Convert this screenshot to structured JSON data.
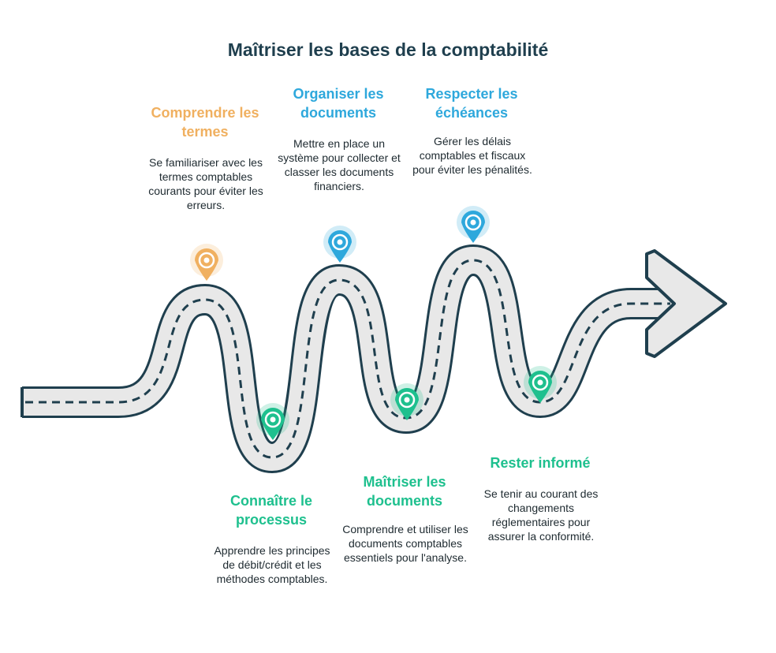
{
  "title": "Maîtriser les bases de la comptabilité",
  "colors": {
    "orange": "#f0b060",
    "blue": "#2ea8dc",
    "green": "#1ec08e",
    "road_outline": "#1f3f4e",
    "road_fill": "#e8e8e8",
    "title": "#1f3f4e"
  },
  "steps": [
    {
      "title": "Comprendre les termes",
      "description": "Se familiariser avec les termes comptables courants pour éviter les erreurs.",
      "color": "orange",
      "icon": "location-pin-icon"
    },
    {
      "title": "Connaître le processus",
      "description": "Apprendre les principes de débit/crédit et les méthodes comptables.",
      "color": "green",
      "icon": "location-pin-icon"
    },
    {
      "title": "Organiser les documents",
      "description": "Mettre en place un système pour collecter et classer les documents financiers.",
      "color": "blue",
      "icon": "location-pin-icon"
    },
    {
      "title": "Maîtriser les documents",
      "description": "Comprendre et utiliser les documents comptables essentiels pour l'analyse.",
      "color": "green",
      "icon": "location-pin-icon"
    },
    {
      "title": "Respecter les échéances",
      "description": "Gérer les délais comptables et fiscaux pour éviter les pénalités.",
      "color": "blue",
      "icon": "location-pin-icon"
    },
    {
      "title": "Rester informé",
      "description": "Se tenir au courant des changements réglementaires pour assurer la conformité.",
      "color": "green",
      "icon": "location-pin-icon"
    }
  ]
}
